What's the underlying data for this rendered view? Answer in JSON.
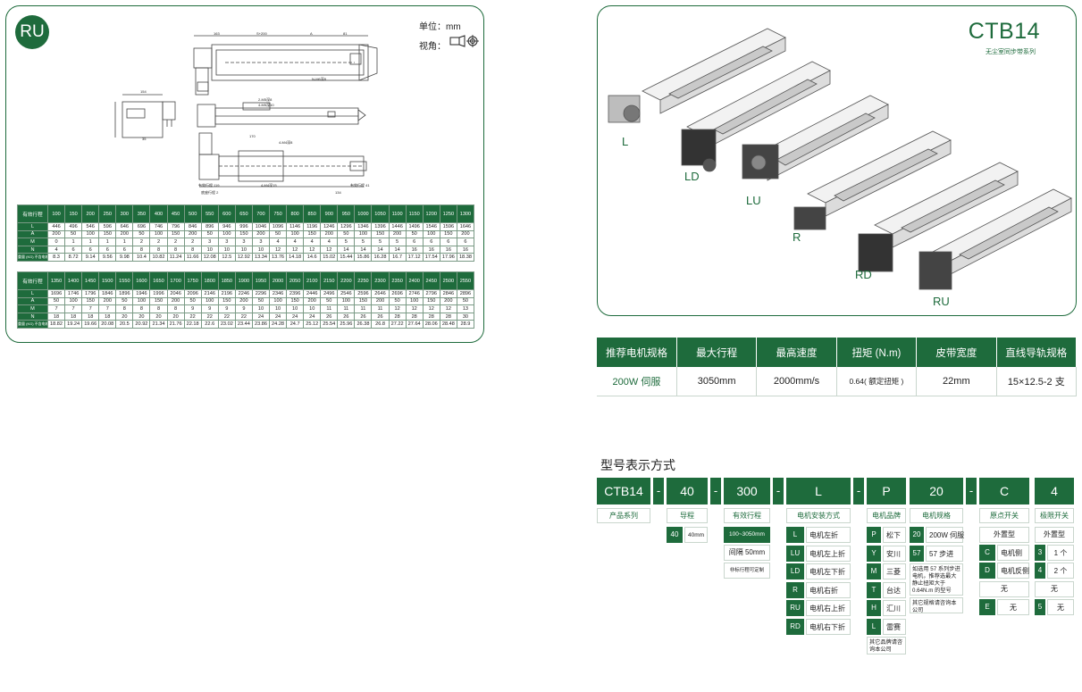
{
  "left": {
    "badge": "RU",
    "unit": "单位：mm",
    "view": "视角：",
    "dims": [
      "163",
      "S+200",
      "A",
      "81",
      "M×100",
      "N-M6深8",
      "2-M5深8",
      "4-M5深10",
      "4-M4深8",
      "4-M4深15",
      "154",
      "79",
      "55",
      "35",
      "118",
      "A",
      "A",
      "170",
      "有效行程 119",
      "有效行程 41",
      "底座行程 2",
      "有效行程 S",
      "134",
      "有效行程/2"
    ],
    "table1": {
      "header_label": "有效行程",
      "strokes": [
        "100",
        "150",
        "200",
        "250",
        "300",
        "350",
        "400",
        "450",
        "500",
        "550",
        "600",
        "650",
        "700",
        "750",
        "800",
        "850",
        "900",
        "950",
        "1000",
        "1050",
        "1100",
        "1150",
        "1200",
        "1250",
        "1300"
      ],
      "rows": [
        {
          "label": "L",
          "values": [
            "446",
            "496",
            "546",
            "596",
            "646",
            "696",
            "746",
            "796",
            "846",
            "896",
            "946",
            "996",
            "1046",
            "1096",
            "1146",
            "1196",
            "1246",
            "1296",
            "1346",
            "1396",
            "1446",
            "1496",
            "1546",
            "1596",
            "1646"
          ]
        },
        {
          "label": "A",
          "values": [
            "200",
            "50",
            "100",
            "150",
            "200",
            "50",
            "100",
            "150",
            "200",
            "50",
            "100",
            "150",
            "200",
            "50",
            "100",
            "150",
            "200",
            "50",
            "100",
            "150",
            "200",
            "50",
            "100",
            "150",
            "200"
          ]
        },
        {
          "label": "M",
          "values": [
            "0",
            "1",
            "1",
            "1",
            "1",
            "2",
            "2",
            "2",
            "2",
            "3",
            "3",
            "3",
            "3",
            "4",
            "4",
            "4",
            "4",
            "5",
            "5",
            "5",
            "5",
            "6",
            "6",
            "6",
            "6"
          ]
        },
        {
          "label": "N",
          "values": [
            "4",
            "6",
            "6",
            "6",
            "6",
            "8",
            "8",
            "8",
            "8",
            "10",
            "10",
            "10",
            "10",
            "12",
            "12",
            "12",
            "12",
            "14",
            "14",
            "14",
            "14",
            "16",
            "16",
            "16",
            "16"
          ]
        },
        {
          "label": "重量 (KG) 不含电机",
          "values": [
            "8.3",
            "8.72",
            "9.14",
            "9.56",
            "9.98",
            "10.4",
            "10.82",
            "11.24",
            "11.66",
            "12.08",
            "12.5",
            "12.92",
            "13.34",
            "13.76",
            "14.18",
            "14.6",
            "15.02",
            "15.44",
            "15.86",
            "16.28",
            "16.7",
            "17.12",
            "17.54",
            "17.96",
            "18.38"
          ]
        }
      ]
    },
    "table2": {
      "header_label": "有效行程",
      "strokes": [
        "1350",
        "1400",
        "1450",
        "1500",
        "1550",
        "1600",
        "1650",
        "1700",
        "1750",
        "1800",
        "1850",
        "1900",
        "1950",
        "2000",
        "2050",
        "2100",
        "2150",
        "2200",
        "2250",
        "2300",
        "2350",
        "2400",
        "2450",
        "2500",
        "2550"
      ],
      "rows": [
        {
          "label": "L",
          "values": [
            "1696",
            "1746",
            "1796",
            "1846",
            "1896",
            "1946",
            "1996",
            "2046",
            "2096",
            "2146",
            "2196",
            "2246",
            "2296",
            "2346",
            "2396",
            "2446",
            "2496",
            "2546",
            "2596",
            "2646",
            "2696",
            "2746",
            "2796",
            "2846",
            "2896"
          ]
        },
        {
          "label": "A",
          "values": [
            "50",
            "100",
            "150",
            "200",
            "50",
            "100",
            "150",
            "200",
            "50",
            "100",
            "150",
            "200",
            "50",
            "100",
            "150",
            "200",
            "50",
            "100",
            "150",
            "200",
            "50",
            "100",
            "150",
            "200",
            "50"
          ]
        },
        {
          "label": "M",
          "values": [
            "7",
            "7",
            "7",
            "7",
            "8",
            "8",
            "8",
            "8",
            "9",
            "9",
            "9",
            "9",
            "10",
            "10",
            "10",
            "10",
            "11",
            "11",
            "11",
            "11",
            "12",
            "12",
            "12",
            "12",
            "13"
          ]
        },
        {
          "label": "N",
          "values": [
            "18",
            "18",
            "18",
            "18",
            "20",
            "20",
            "20",
            "20",
            "22",
            "22",
            "22",
            "22",
            "24",
            "24",
            "24",
            "24",
            "26",
            "26",
            "26",
            "26",
            "28",
            "28",
            "28",
            "28",
            "30"
          ]
        },
        {
          "label": "重量 (KG) 不含电机",
          "values": [
            "18.82",
            "19.24",
            "19.66",
            "20.08",
            "20.5",
            "20.92",
            "21.34",
            "21.76",
            "22.18",
            "22.6",
            "23.02",
            "23.44",
            "23.86",
            "24.28",
            "24.7",
            "25.12",
            "25.54",
            "25.96",
            "26.38",
            "26.8",
            "27.22",
            "27.64",
            "28.06",
            "28.48",
            "28.9"
          ]
        }
      ]
    }
  },
  "right": {
    "model": "CTB14",
    "subtitle": "无尘室同步带系列",
    "mounts": [
      "L",
      "LD",
      "LU",
      "R",
      "RD",
      "RU"
    ]
  },
  "motor_spec": {
    "headers": [
      "推荐电机规格",
      "最大行程",
      "最高速度",
      "扭矩 (N.m)",
      "皮带宽度",
      "直线导轨规格"
    ],
    "values": [
      "200W 伺服",
      "3050mm",
      "2000mm/s",
      "0.64( 额定扭矩 )",
      "22mm",
      "15×12.5-2 支"
    ]
  },
  "model_code": {
    "title": "型号表示方式",
    "parts": [
      "CTB14",
      "40",
      "300",
      "L",
      "P",
      "20",
      "C",
      "4"
    ],
    "separator": "-",
    "captions": [
      "产品系列",
      "导程",
      "有效行程",
      "电机安装方式",
      "电机品牌",
      "电机规格",
      "原点开关",
      "极限开关"
    ],
    "lead": {
      "key": "40",
      "value": "40mm"
    },
    "stroke": {
      "range": "100~3050mm",
      "interval": "间隔 50mm",
      "note": "非标行程可定制"
    },
    "mount_options": [
      {
        "key": "L",
        "value": "电机左折"
      },
      {
        "key": "LU",
        "value": "电机左上折"
      },
      {
        "key": "LD",
        "value": "电机左下折"
      },
      {
        "key": "R",
        "value": "电机右折"
      },
      {
        "key": "RU",
        "value": "电机右上折"
      },
      {
        "key": "RD",
        "value": "电机右下折"
      }
    ],
    "brand_options": [
      {
        "key": "P",
        "value": "松下"
      },
      {
        "key": "Y",
        "value": "安川"
      },
      {
        "key": "M",
        "value": "三菱"
      },
      {
        "key": "T",
        "value": "台达"
      },
      {
        "key": "H",
        "value": "汇川"
      },
      {
        "key": "L",
        "value": "雷赛"
      }
    ],
    "brand_note": "其它品牌请咨询本公司",
    "motor_options": [
      {
        "key": "20",
        "value": "200W 伺服"
      },
      {
        "key": "57",
        "value": "57 步进"
      }
    ],
    "motor_note": "如选用 57 系列步进电机，推荐选最大静止扭矩大于 0.64N.m 的型号",
    "motor_note2": "其它规格请咨询本公司",
    "origin": {
      "plain1": "外置型",
      "opts": [
        {
          "key": "C",
          "value": "电机侧"
        },
        {
          "key": "D",
          "value": "电机反侧"
        }
      ],
      "plain2": "无",
      "e": {
        "key": "E",
        "value": "无"
      }
    },
    "limit": {
      "plain1": "外置型",
      "opts": [
        {
          "key": "3",
          "value": "1 个"
        },
        {
          "key": "4",
          "value": "2 个"
        }
      ],
      "plain2": "无",
      "e": {
        "key": "5",
        "value": "无"
      }
    }
  }
}
